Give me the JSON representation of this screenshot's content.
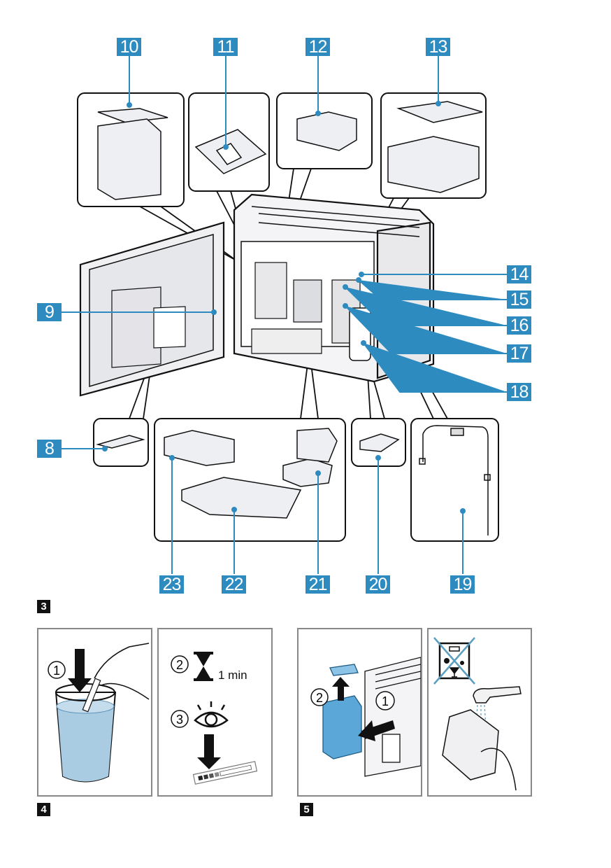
{
  "figure3": {
    "step_number": "3",
    "callouts": [
      {
        "id": "8",
        "label": "8"
      },
      {
        "id": "9",
        "label": "9"
      },
      {
        "id": "10",
        "label": "10"
      },
      {
        "id": "11",
        "label": "11"
      },
      {
        "id": "12",
        "label": "12"
      },
      {
        "id": "13",
        "label": "13"
      },
      {
        "id": "14",
        "label": "14"
      },
      {
        "id": "15",
        "label": "15"
      },
      {
        "id": "16",
        "label": "16"
      },
      {
        "id": "17",
        "label": "17"
      },
      {
        "id": "18",
        "label": "18"
      },
      {
        "id": "19",
        "label": "19"
      },
      {
        "id": "20",
        "label": "20"
      },
      {
        "id": "21",
        "label": "21"
      },
      {
        "id": "22",
        "label": "22"
      },
      {
        "id": "23",
        "label": "23"
      }
    ]
  },
  "figure4": {
    "step_number": "4",
    "panel1": {
      "step": "1"
    },
    "panel2": {
      "step2": "2",
      "duration": "1 min",
      "step3": "3"
    }
  },
  "figure5": {
    "step_number": "5",
    "panel1": {
      "step1": "1",
      "step2": "2"
    },
    "panel2": {
      "no_dishwasher_icon": "dishwasher-crossed"
    }
  },
  "colors": {
    "callout": "#2e8bc0",
    "water": "#a9cce3",
    "part_highlight": "#5ba8d8"
  }
}
